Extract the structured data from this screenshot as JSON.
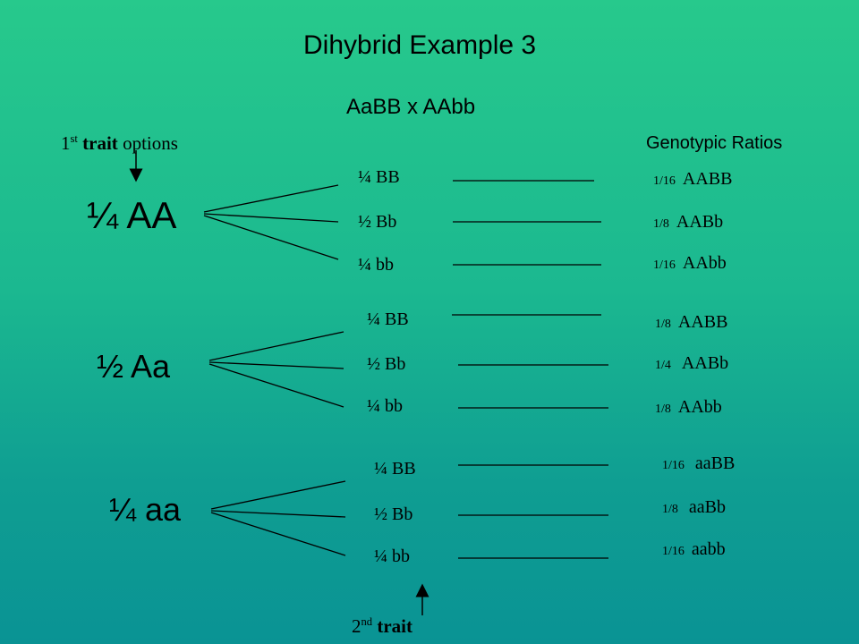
{
  "title": "Dihybrid Example 3",
  "cross": "AaBB x AAbb",
  "first_trait_label": {
    "prefix": "1",
    "sup": "st",
    "bold": " trait",
    "rest": " options"
  },
  "genotypic_ratios_label": "Genotypic Ratios",
  "second_trait_label": {
    "prefix": "2",
    "sup": "nd",
    "bold": " trait"
  },
  "groups": [
    {
      "parent": "¼ AA",
      "branches": [
        {
          "label": "¼ BB",
          "ratio": "1/16",
          "genotype": "AABB"
        },
        {
          "label": "½ Bb",
          "ratio": "1/8",
          "genotype": "AABb"
        },
        {
          "label": "¼ bb",
          "ratio": "1/16",
          "genotype": "AAbb"
        }
      ]
    },
    {
      "parent": "½ Aa",
      "branches": [
        {
          "label": "¼ BB",
          "ratio": "1/8",
          "genotype": "AABB"
        },
        {
          "label": "½ Bb",
          "ratio": "1/4",
          "genotype": "AABb"
        },
        {
          "label": "¼ bb",
          "ratio": "1/8",
          "genotype": "AAbb"
        }
      ]
    },
    {
      "parent": "¼ aa",
      "branches": [
        {
          "label": "¼ BB",
          "ratio": "1/16",
          "genotype": "aaBB"
        },
        {
          "label": "½ Bb",
          "ratio": "1/8",
          "genotype": "aaBb"
        },
        {
          "label": "¼ bb",
          "ratio": "1/16",
          "genotype": "aabb"
        }
      ]
    }
  ]
}
